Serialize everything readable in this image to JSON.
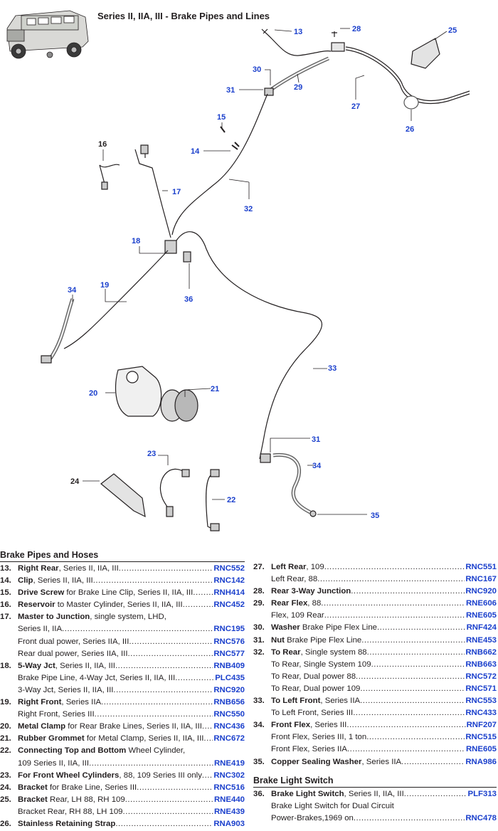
{
  "title": "Series II, IIA, III - Brake Pipes and Lines",
  "callouts": [
    "13",
    "28",
    "25",
    "30",
    "31",
    "29",
    "27",
    "26",
    "15",
    "14",
    "16",
    "17",
    "32",
    "18",
    "36",
    "19",
    "34",
    "33",
    "20",
    "21",
    "31",
    "23",
    "34",
    "24",
    "22",
    "35"
  ],
  "sections": [
    {
      "heading": "Brake Pipes and Hoses",
      "rows": [
        {
          "num": "13.",
          "bold": "Right Rear",
          "rest": ", Series II, IIA, III",
          "part": "RNC552"
        },
        {
          "num": "14.",
          "bold": "Clip",
          "rest": ", Series II, IIA, III",
          "part": "RNC142"
        },
        {
          "num": "15.",
          "bold": "Drive Screw",
          "rest": " for Brake Line Clip, Series II, IIA, III",
          "part": "RNH414"
        },
        {
          "num": "16.",
          "bold": "Reservoir",
          "rest": " to Master Cylinder, Series II, IIA, III",
          "part": "RNC452"
        },
        {
          "num": "17.",
          "bold": "Master to Junction",
          "rest": ", single system, LHD,",
          "part": ""
        },
        {
          "num": "",
          "bold": "",
          "rest": "Series II, IIA",
          "part": "RNC195"
        },
        {
          "num": "",
          "bold": "",
          "rest": "Front dual power, Series IIA, III",
          "part": "RNC576"
        },
        {
          "num": "",
          "bold": "",
          "rest": "Rear dual power, Series IIA, III",
          "part": "RNC577"
        },
        {
          "num": "18.",
          "bold": "5-Way Jct",
          "rest": ", Series II, IIA, III",
          "part": "RNB409"
        },
        {
          "num": "",
          "bold": "",
          "rest": "Brake Pipe Line, 4-Way Jct, Series II, IIA, III",
          "part": "PLC435"
        },
        {
          "num": "",
          "bold": "",
          "rest": "3-Way Jct, Series II, IIA, III",
          "part": "RNC920"
        },
        {
          "num": "19.",
          "bold": "Right Front",
          "rest": ", Series IIA",
          "part": "RNB656"
        },
        {
          "num": "",
          "bold": "",
          "rest": "Right Front, Series III",
          "part": "RNC550"
        },
        {
          "num": "20.",
          "bold": "Metal Clamp",
          "rest": " for Rear Brake Lines, Series II, IIA, III",
          "part": "RNC436"
        },
        {
          "num": "21.",
          "bold": "Rubber Grommet",
          "rest": " for Metal Clamp, Series II, IIA, III",
          "part": "RNC672"
        },
        {
          "num": "22.",
          "bold": "Connecting Top and Bottom",
          "rest": " Wheel Cylinder,",
          "part": ""
        },
        {
          "num": "",
          "bold": "",
          "rest": "109 Series II, IIA, III",
          "part": "RNE419"
        },
        {
          "num": "23.",
          "bold": "For Front Wheel Cylinders",
          "rest": ", 88, 109 Series III only",
          "part": "RNC302"
        },
        {
          "num": "24.",
          "bold": "Bracket",
          "rest": " for Brake Line, Series III",
          "part": "RNC516"
        },
        {
          "num": "25.",
          "bold": "Bracket",
          "rest": " Rear, LH 88, RH 109",
          "part": "RNE440"
        },
        {
          "num": "",
          "bold": "",
          "rest": "Bracket Rear, RH 88, LH 109",
          "part": "RNE439"
        },
        {
          "num": "26.",
          "bold": "Stainless Retaining Strap",
          "rest": "",
          "part": "RNA903"
        }
      ]
    },
    {
      "heading": "",
      "rows": [
        {
          "num": "27.",
          "bold": "Left Rear",
          "rest": ", 109",
          "part": "RNC551"
        },
        {
          "num": "",
          "bold": "",
          "rest": "Left Rear, 88",
          "part": "RNC167"
        },
        {
          "num": "28.",
          "bold": "Rear 3-Way Junction",
          "rest": "",
          "part": "RNC920"
        },
        {
          "num": "29.",
          "bold": "Rear Flex",
          "rest": ", 88",
          "part": "RNE606"
        },
        {
          "num": "",
          "bold": "",
          "rest": "Flex, 109 Rear",
          "part": "RNE605"
        },
        {
          "num": "30.",
          "bold": "Washer",
          "rest": " Brake Pipe Flex Line",
          "part": "RNF424"
        },
        {
          "num": "31.",
          "bold": "Nut",
          "rest": " Brake Pipe Flex Line",
          "part": "RNE453"
        },
        {
          "num": "32.",
          "bold": "To Rear",
          "rest": ", Single system 88",
          "part": "RNB662"
        },
        {
          "num": "",
          "bold": "",
          "rest": "To Rear, Single System 109",
          "part": "RNB663"
        },
        {
          "num": "",
          "bold": "",
          "rest": "To Rear, Dual power 88",
          "part": "RNC572"
        },
        {
          "num": "",
          "bold": "",
          "rest": "To Rear, Dual power 109",
          "part": "RNC571"
        },
        {
          "num": "33.",
          "bold": "To Left Front",
          "rest": ", Series IIA",
          "part": "RNC553"
        },
        {
          "num": "",
          "bold": "",
          "rest": "To Left Front, Series III",
          "part": "RNC433"
        },
        {
          "num": "34.",
          "bold": "Front Flex",
          "rest": ", Series III",
          "part": "RNF207"
        },
        {
          "num": "",
          "bold": "",
          "rest": "Front Flex, Series III, 1 ton",
          "part": "RNC515"
        },
        {
          "num": "",
          "bold": "",
          "rest": "Front Flex, Series IIA",
          "part": "RNE605"
        },
        {
          "num": "35.",
          "bold": "Copper Sealing Washer",
          "rest": ", Series IIA",
          "part": "RNA986"
        }
      ]
    },
    {
      "heading": "Brake Light Switch",
      "rows": [
        {
          "num": "36.",
          "bold": "Brake Light Switch",
          "rest": ", Series II, IIA, III",
          "part": "PLF313"
        },
        {
          "num": "",
          "bold": "",
          "rest": "Brake Light Switch for Dual Circuit",
          "part": ""
        },
        {
          "num": "",
          "bold": "",
          "rest": "Power-Brakes,1969 on",
          "part": "RNC478"
        }
      ]
    }
  ]
}
